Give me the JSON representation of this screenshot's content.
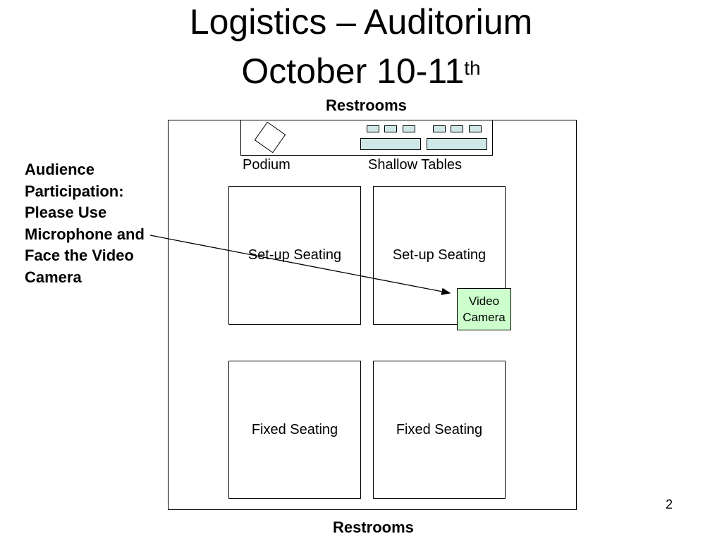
{
  "title": {
    "line1": "Logistics – Auditorium",
    "line2": "October 10-11",
    "line2_sup": "th"
  },
  "restrooms_top": "Restrooms",
  "restrooms_bottom": "Restrooms",
  "labels": {
    "podium": "Podium",
    "shallow_tables": "Shallow Tables"
  },
  "seating": {
    "setup_left": "Set-up Seating",
    "setup_right": "Set-up Seating",
    "fixed_left": "Fixed Seating",
    "fixed_right": "Fixed Seating"
  },
  "camera": {
    "line1": "Video",
    "line2": "Camera"
  },
  "note": "Audience Participation: Please Use Microphone and Face the Video Camera",
  "page_number": "2",
  "colors": {
    "tables": "#cfe7e7",
    "camera": "#ccffcc"
  }
}
